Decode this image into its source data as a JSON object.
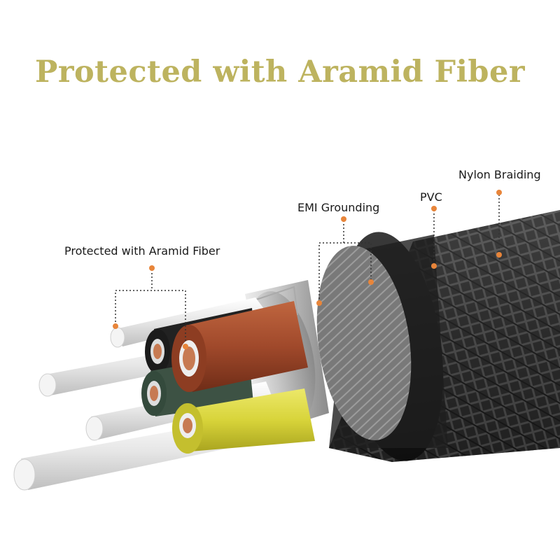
{
  "headline": "Protected with Aramid Fiber",
  "labels": {
    "aramid": "Protected with Aramid Fiber",
    "emi": "EMI Grounding",
    "pvc": "PVC",
    "nylon": "Nylon Braiding"
  },
  "colors": {
    "headline": "#bdb35f",
    "marker": "#e8853a",
    "copper_core": "#a0492b",
    "yellow_core": "#d8d43a",
    "green_core": "#3d5244",
    "black_core": "#222222"
  }
}
